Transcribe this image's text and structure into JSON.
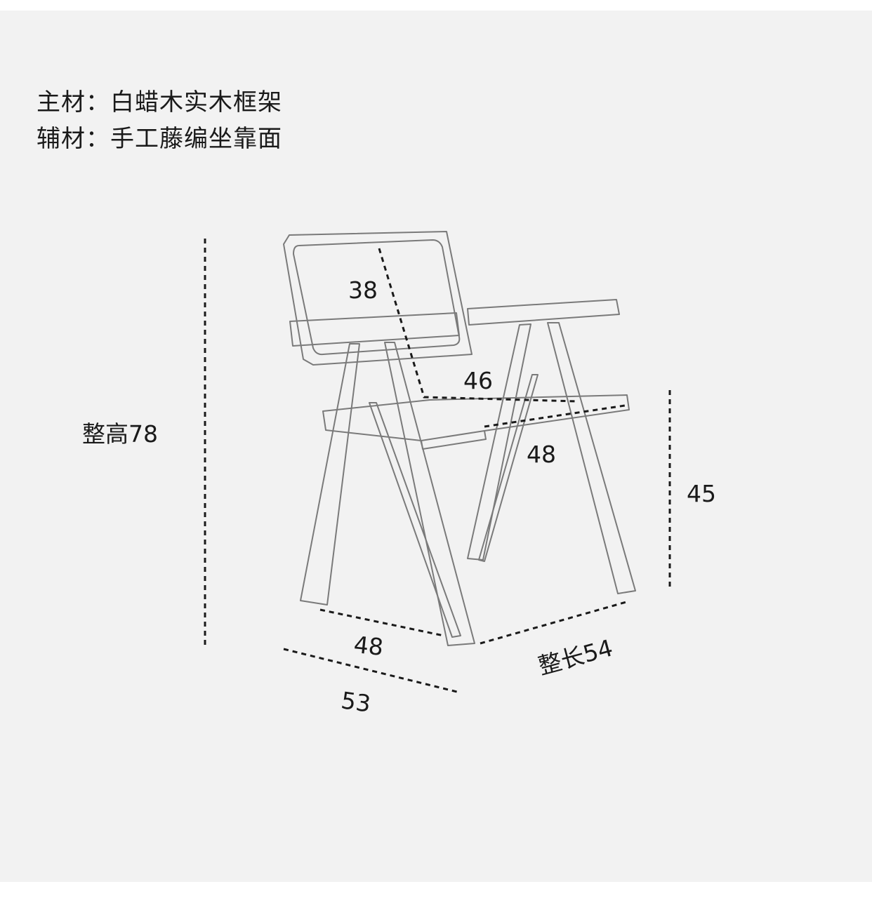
{
  "materials": {
    "main": "主材：白蜡木实木框架",
    "aux": "辅材：手工藤编坐靠面"
  },
  "dimensions": {
    "total_height": "整高78",
    "backrest": "38",
    "seat_width": "46",
    "seat_depth": "48",
    "seat_height": "45",
    "base_depth": "48",
    "overall_depth": "53",
    "total_length": "整长54"
  }
}
